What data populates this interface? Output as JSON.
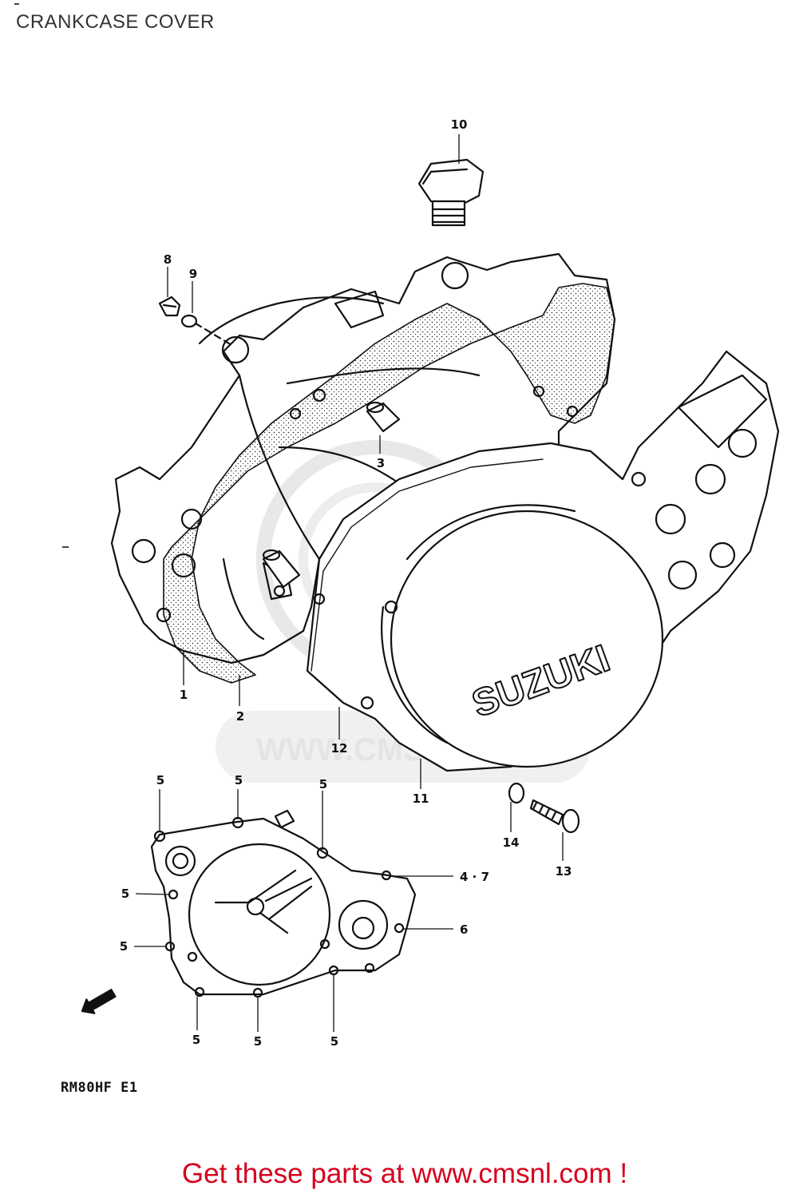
{
  "title": "CRANKCASE COVER",
  "model_code": "RM80HF E1",
  "watermark": "WWW.CMSNL.COM",
  "brand_mark": "SUZUKI",
  "footer_link": "Get these parts at www.cmsnl.com !",
  "footer_color": "#d6001c",
  "callouts": [
    {
      "id": "c1",
      "label": "1"
    },
    {
      "id": "c2",
      "label": "2"
    },
    {
      "id": "c3",
      "label": "3"
    },
    {
      "id": "c47",
      "label": "4 · 7"
    },
    {
      "id": "c5a",
      "label": "5"
    },
    {
      "id": "c5b",
      "label": "5"
    },
    {
      "id": "c5c",
      "label": "5"
    },
    {
      "id": "c5d",
      "label": "5"
    },
    {
      "id": "c5e",
      "label": "5"
    },
    {
      "id": "c5f",
      "label": "5"
    },
    {
      "id": "c5g",
      "label": "5"
    },
    {
      "id": "c5h",
      "label": "5"
    },
    {
      "id": "c6",
      "label": "6"
    },
    {
      "id": "c8",
      "label": "8"
    },
    {
      "id": "c9",
      "label": "9"
    },
    {
      "id": "c10",
      "label": "10"
    },
    {
      "id": "c11",
      "label": "11"
    },
    {
      "id": "c12",
      "label": "12"
    },
    {
      "id": "c13",
      "label": "13"
    },
    {
      "id": "c14",
      "label": "14"
    }
  ]
}
